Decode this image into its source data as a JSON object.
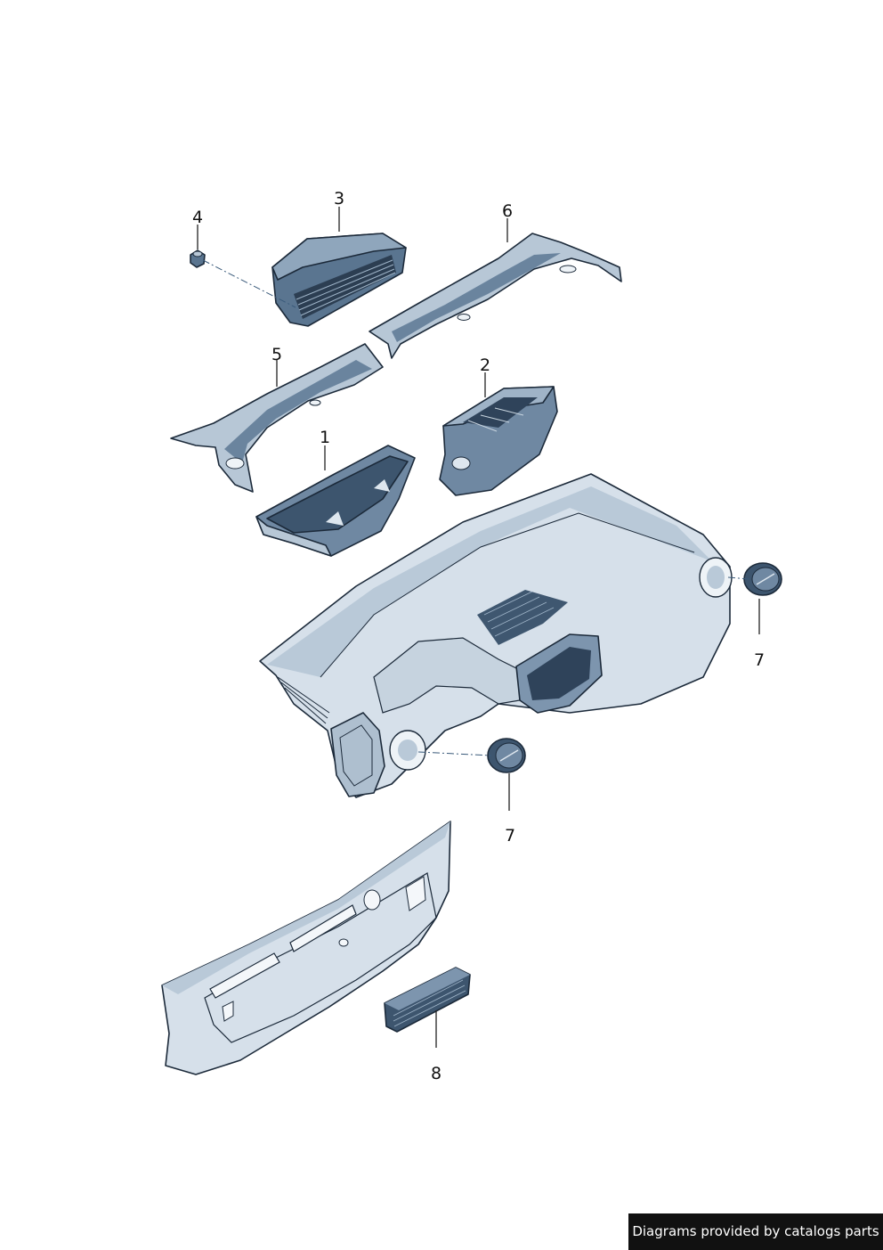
{
  "callouts": [
    {
      "id": "1",
      "label": "1"
    },
    {
      "id": "2",
      "label": "2"
    },
    {
      "id": "3",
      "label": "3"
    },
    {
      "id": "4",
      "label": "4"
    },
    {
      "id": "5",
      "label": "5"
    },
    {
      "id": "6",
      "label": "6"
    },
    {
      "id": "7a",
      "label": "7"
    },
    {
      "id": "7b",
      "label": "7"
    },
    {
      "id": "8",
      "label": "8"
    }
  ],
  "colors": {
    "part_dark": "#5f7a96",
    "part_mid": "#9db2c6",
    "part_light": "#dde6ee",
    "outline": "#1c2a3a"
  },
  "credit": "Diagrams provided by catalogs parts"
}
